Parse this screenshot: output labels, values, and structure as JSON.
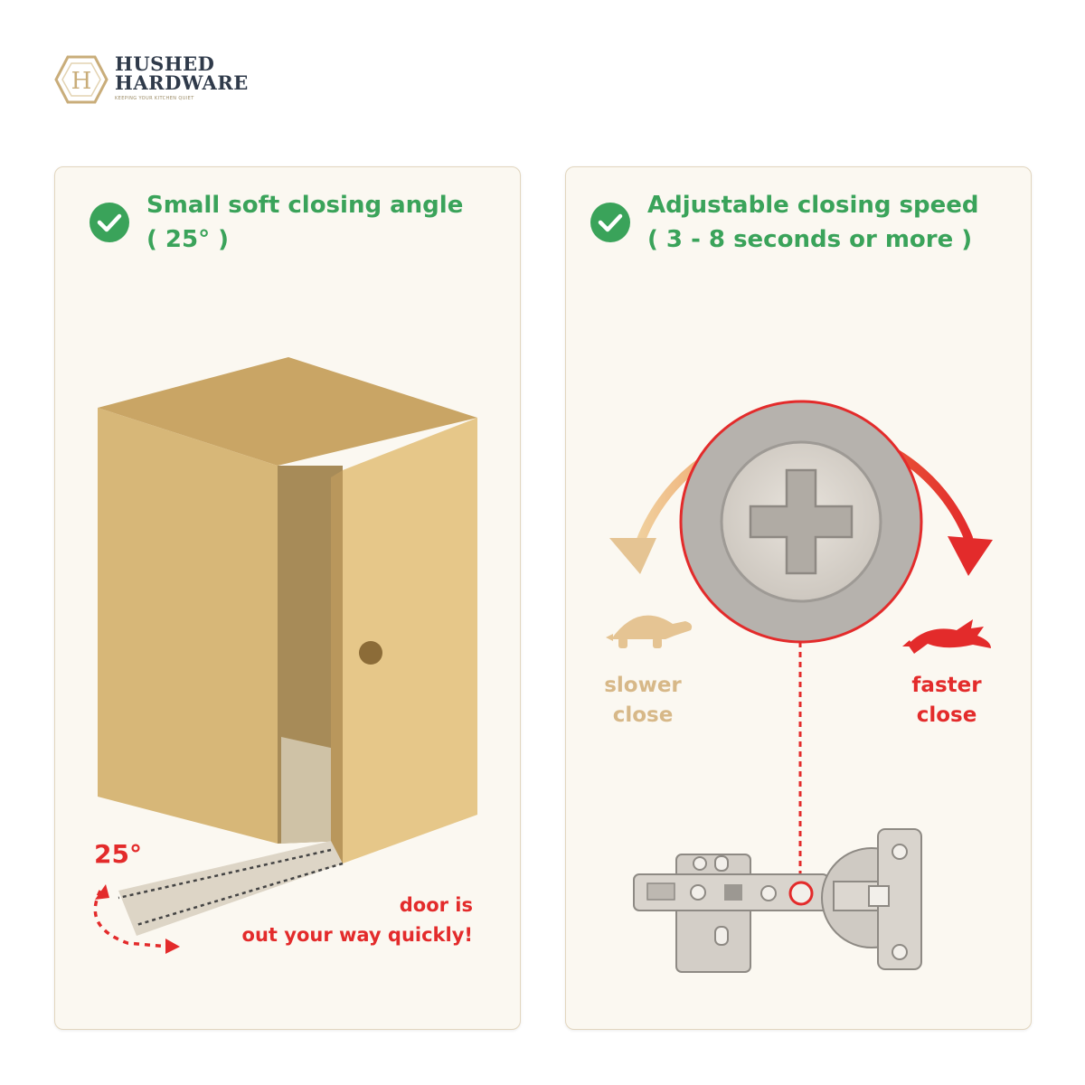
{
  "brand": {
    "name_line1": "HUSHED",
    "name_line2": "HARDWARE",
    "tagline": "KEEPING YOUR KITCHEN QUIET",
    "logo_letter": "H"
  },
  "left_panel": {
    "heading_line1": "Small soft closing angle",
    "heading_line2": "( 25° )",
    "angle_label": "25°",
    "note_line1": "door is",
    "note_line2": "out your way quickly!",
    "icons": [
      "check-icon",
      "cabinet-illustration",
      "door-knob",
      "dotted-arc-arrow"
    ]
  },
  "right_panel": {
    "heading_line1": "Adjustable closing speed",
    "heading_line2": "( 3 - 8 seconds or more )",
    "slow_line1": "slower",
    "slow_line2": "close",
    "fast_line1": "faster",
    "fast_line2": "close",
    "icons": [
      "check-icon",
      "phillips-screw-icon",
      "turtle-icon",
      "rabbit-icon",
      "hinge-illustration"
    ]
  },
  "colors": {
    "green": "#3aa35a",
    "red": "#e32b2b",
    "tan": "#d7b888",
    "cabinet": "#d9bd7f",
    "panel_bg": "#fbf8f1"
  }
}
